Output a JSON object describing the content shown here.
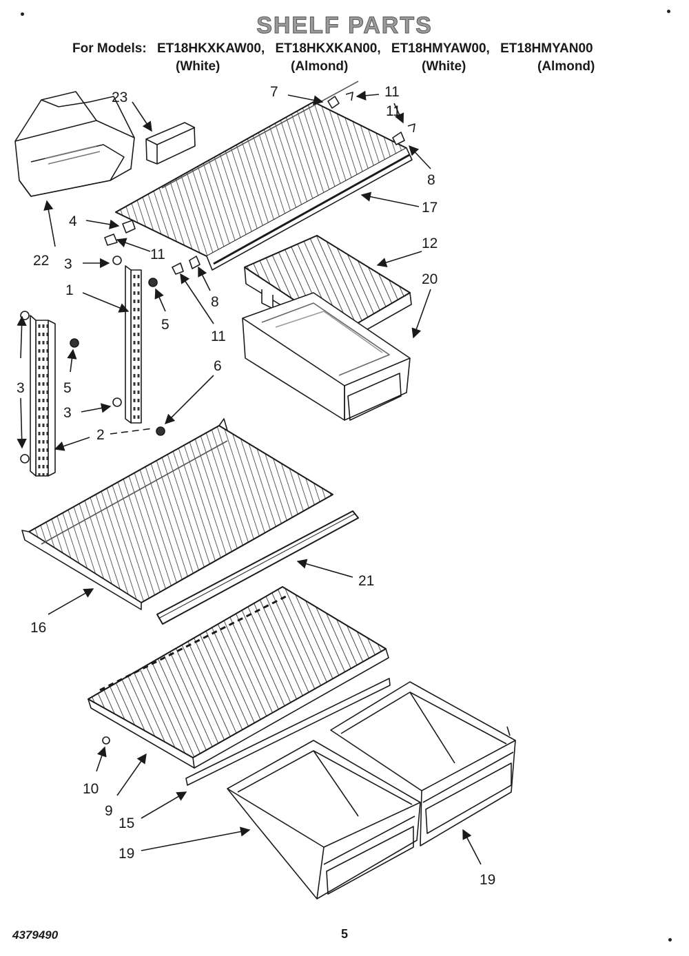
{
  "header": {
    "title": "SHELF PARTS",
    "models_label": "For Models:",
    "models": [
      "ET18HKXKAW00,",
      "ET18HKXKAN00,",
      "ET18HMYAW00,",
      "ET18HMYAN00"
    ],
    "finishes": [
      "(White)",
      "(Almond)",
      "(White)",
      "(Almond)"
    ]
  },
  "callouts": {
    "c23": "23",
    "c7": "7",
    "c11a": "11",
    "c11b": "11",
    "c8a": "8",
    "c17": "17",
    "c4": "4",
    "c11c": "11",
    "c22": "22",
    "c3a": "3",
    "c12": "12",
    "c1": "1",
    "c8b": "8",
    "c20": "20",
    "c5a": "5",
    "c11d": "11",
    "c3b": "3",
    "c5b": "5",
    "c6": "6",
    "c3c": "3",
    "c2": "2",
    "c21": "21",
    "c16": "16",
    "c10": "10",
    "c9": "9",
    "c15": "15",
    "c19a": "19",
    "c19b": "19"
  },
  "footer": {
    "doc_number": "4379490",
    "page_number": "5"
  }
}
